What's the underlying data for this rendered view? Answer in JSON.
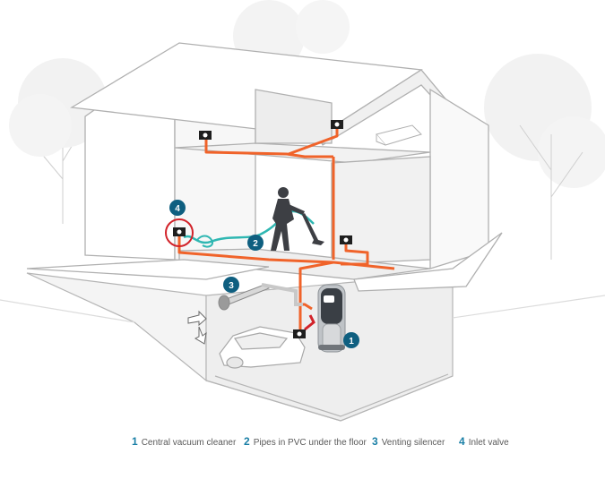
{
  "colors": {
    "pipe": "#f0632a",
    "hose": "#2fb7b2",
    "marker": "#0f5f80",
    "highlight": "#d2232a",
    "outline": "#b5b5b5",
    "legend_number": "#1a7fa6"
  },
  "markers": [
    {
      "number": "1"
    },
    {
      "number": "2"
    },
    {
      "number": "3"
    },
    {
      "number": "4"
    }
  ],
  "legend": [
    {
      "number": "1",
      "label": "Central vacuum cleaner"
    },
    {
      "number": "2",
      "label": "Pipes in PVC under the floor"
    },
    {
      "number": "3",
      "label": "Venting silencer"
    },
    {
      "number": "4",
      "label": "Inlet valve"
    }
  ],
  "icons": [
    "tree-icon",
    "inlet-valve-icon",
    "vent-arrows-icon",
    "person-vacuuming-icon",
    "car-icon",
    "bed-icon"
  ]
}
